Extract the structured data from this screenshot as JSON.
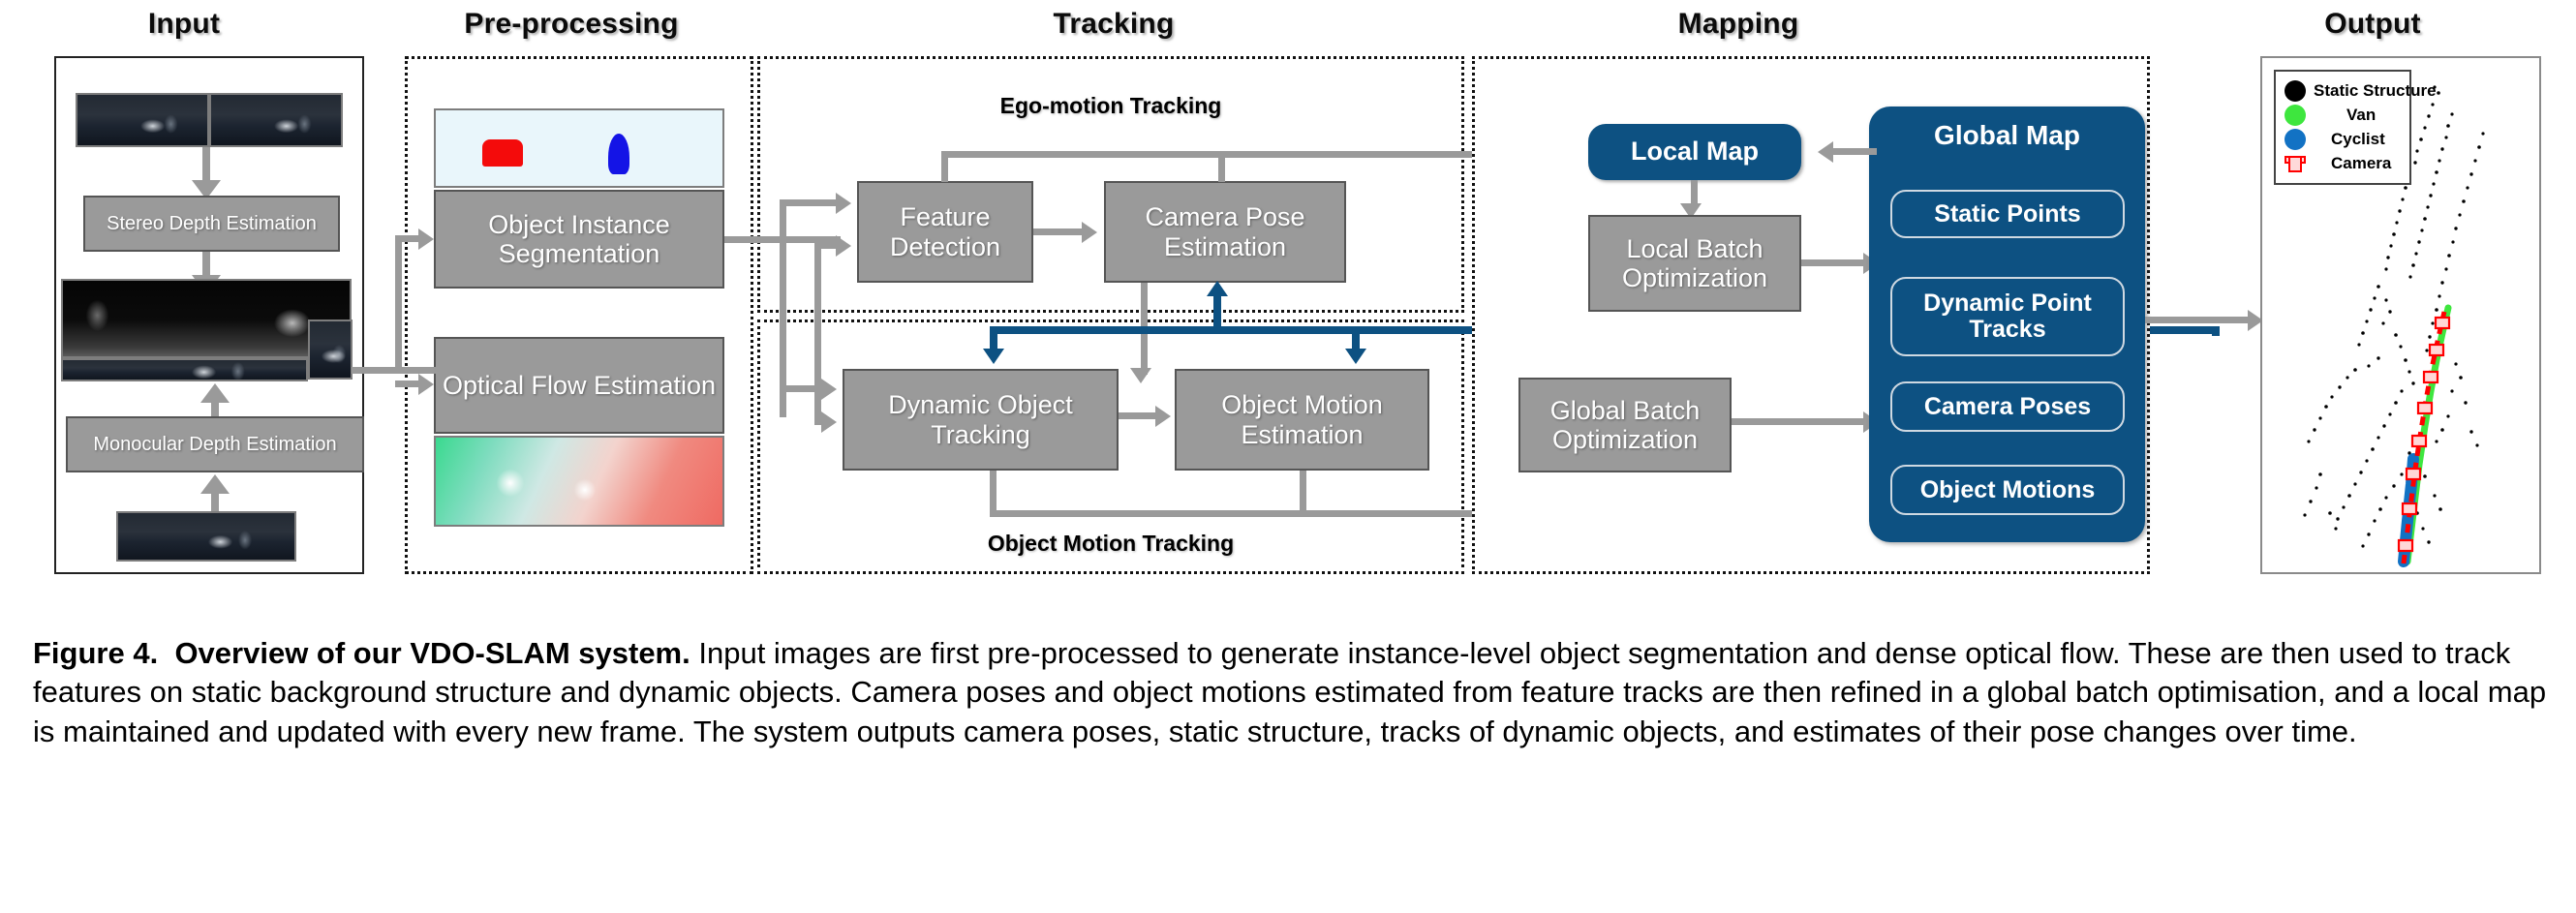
{
  "headers": [
    {
      "label": "Input"
    },
    {
      "label": "Pre-processing"
    },
    {
      "label": "Tracking"
    },
    {
      "label": "Mapping"
    },
    {
      "label": "Output"
    }
  ],
  "input": {
    "stereo_thumb": "stereo-image-pair",
    "depth_thumb": "stereo-depth-map",
    "mono_thumb": "monocular-input-frame",
    "boxes": [
      {
        "label": "Stereo Depth Estimation"
      },
      {
        "label": "Monocular Depth Estimation"
      }
    ]
  },
  "preprocessing": {
    "seg_thumb": "instance-segmentation-mask",
    "flow_thumb": "dense-optical-flow-field",
    "boxes": [
      {
        "label": "Object Instance Segmentation"
      },
      {
        "label": "Optical Flow Estimation"
      }
    ]
  },
  "tracking": {
    "ego_label": "Ego-motion Tracking",
    "object_label": "Object Motion Tracking",
    "boxes": [
      {
        "label": "Feature Detection"
      },
      {
        "label": "Camera Pose Estimation"
      },
      {
        "label": "Dynamic Object Tracking"
      },
      {
        "label": "Object Motion Estimation"
      }
    ]
  },
  "mapping": {
    "local_map": "Local Map",
    "local_batch": "Local Batch Optimization",
    "global_batch": "Global Batch Optimization",
    "global_map": "Global Map",
    "global_items": [
      {
        "label": "Static Points"
      },
      {
        "label": "Dynamic Point Tracks"
      },
      {
        "label": "Camera Poses"
      },
      {
        "label": "Object Motions"
      }
    ]
  },
  "output": {
    "legend_title": "map-legend",
    "legend": [
      {
        "label": "Static Structure",
        "color": "#000000",
        "marker": "dot"
      },
      {
        "label": "Van",
        "color": "#3ee63e",
        "marker": "dot"
      },
      {
        "label": "Cyclist",
        "color": "#1272c4",
        "marker": "dot"
      },
      {
        "label": "Camera",
        "color": "#ff0000",
        "marker": "camera"
      }
    ]
  },
  "colors": {
    "blue": "#0d5182",
    "grey_box": "#9a9a9a",
    "connector": "#9a9a9a"
  },
  "caption": {
    "figure_label": "Figure 4.",
    "title": "Overview of our VDO-SLAM system.",
    "body": "Input images are first pre-processed to generate instance-level object segmentation and dense optical flow. These are then used to track features on static background structure and dynamic objects. Camera poses and object motions estimated from feature tracks are then refined in a global batch optimisation, and a local map is maintained and updated with every new frame. The system outputs camera poses, static structure, tracks of dynamic objects, and estimates of their pose changes over time."
  }
}
